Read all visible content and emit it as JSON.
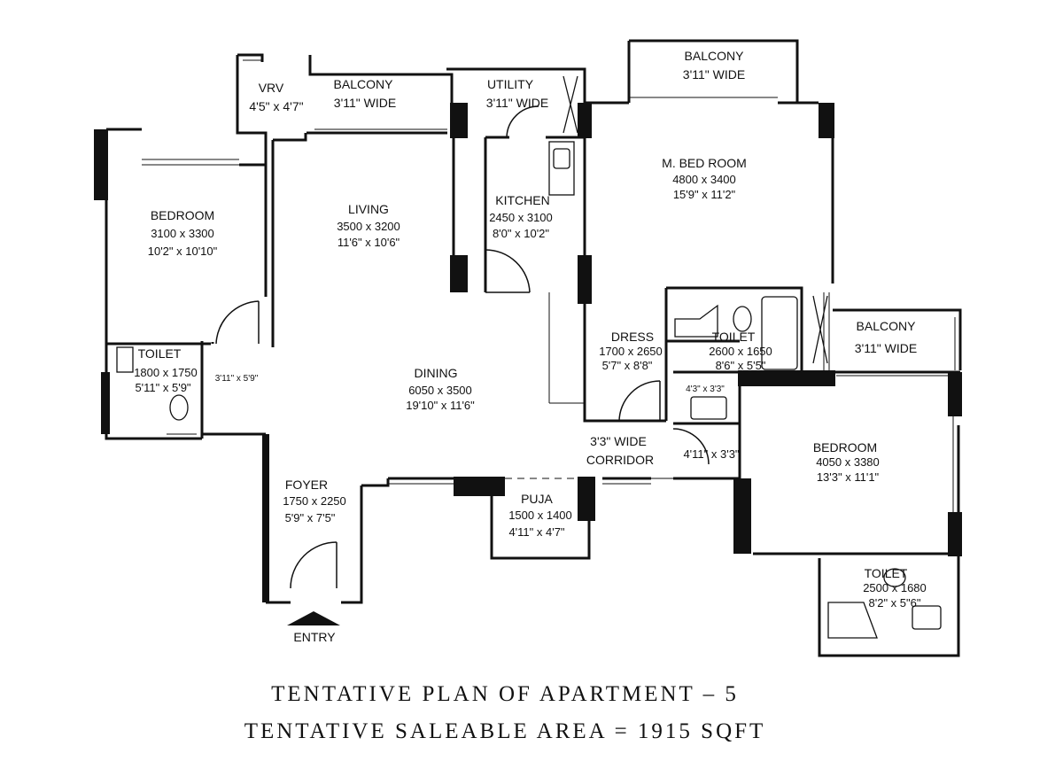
{
  "title_lines": [
    "TENTATIVE PLAN OF APARTMENT – 5",
    "TENTATIVE SALEABLE AREA = 1915 SQFT"
  ],
  "rooms": {
    "vrv": [
      "VRV",
      "4'5\" x 4'7\""
    ],
    "balcony_top_left": [
      "BALCONY",
      "3'11\"  WIDE"
    ],
    "utility": [
      "UTILITY",
      "3'11\"  WIDE"
    ],
    "balcony_top_right": [
      "BALCONY",
      "3'11\"  WIDE"
    ],
    "bedroom_left": [
      "BEDROOM",
      "3100 x 3300",
      "10'2\"  x 10'10\""
    ],
    "living": [
      "LIVING",
      "3500 x 3200",
      "11'6\" x 10'6\""
    ],
    "kitchen": [
      "KITCHEN",
      "2450 x 3100",
      "8'0\" x 10'2\""
    ],
    "master_bedroom": [
      "M. BED ROOM",
      "4800 x 3400",
      "15'9\" x 11'2\""
    ],
    "toilet_left": [
      "TOILET",
      "1800 x 1750",
      "5'11\" x 5'9\""
    ],
    "passage_left": [
      "3'11\" x 5'9\""
    ],
    "dining": [
      "DINING",
      "6050 x 3500",
      "19'10\" x 11'6\""
    ],
    "dress": [
      "DRESS",
      "1700 x 2650",
      "5'7\" x 8'8\""
    ],
    "toilet_master": [
      "TOILET",
      "2600 x 1650",
      "8'6\" x 5'5\""
    ],
    "wash_area": [
      "4'3\" x 3'3\""
    ],
    "balcony_right": [
      "BALCONY",
      "3'11\"  WIDE"
    ],
    "corridor": [
      "3'3\" WIDE",
      "CORRIDOR"
    ],
    "corridor_side": [
      "4'11\" x 3'3\""
    ],
    "bedroom_right": [
      "BEDROOM",
      "4050 x 3380",
      "13'3\" x 11'1\""
    ],
    "foyer": [
      "FOYER",
      "1750 x 2250",
      "5'9\" x 7'5\""
    ],
    "puja": [
      "PUJA",
      "1500 x 1400",
      "4'11\" x 4'7\""
    ],
    "toilet_right": [
      "TOILET",
      "2500 x 1680",
      "8'2\" x 5\"6\""
    ]
  },
  "entry_label": "ENTRY"
}
